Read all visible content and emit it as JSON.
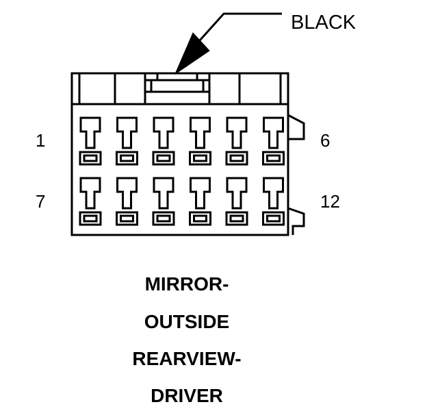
{
  "connector": {
    "color_label": "BLACK",
    "pin_labels": {
      "top_left": "1",
      "top_right": "6",
      "bottom_left": "7",
      "bottom_right": "12"
    },
    "rows": 2,
    "pins_per_row": 6
  },
  "caption": {
    "lines": [
      "MIRROR-",
      "OUTSIDE",
      "REARVIEW-",
      "DRIVER"
    ]
  },
  "colors": {
    "line": "#000000",
    "background": "#ffffff"
  }
}
